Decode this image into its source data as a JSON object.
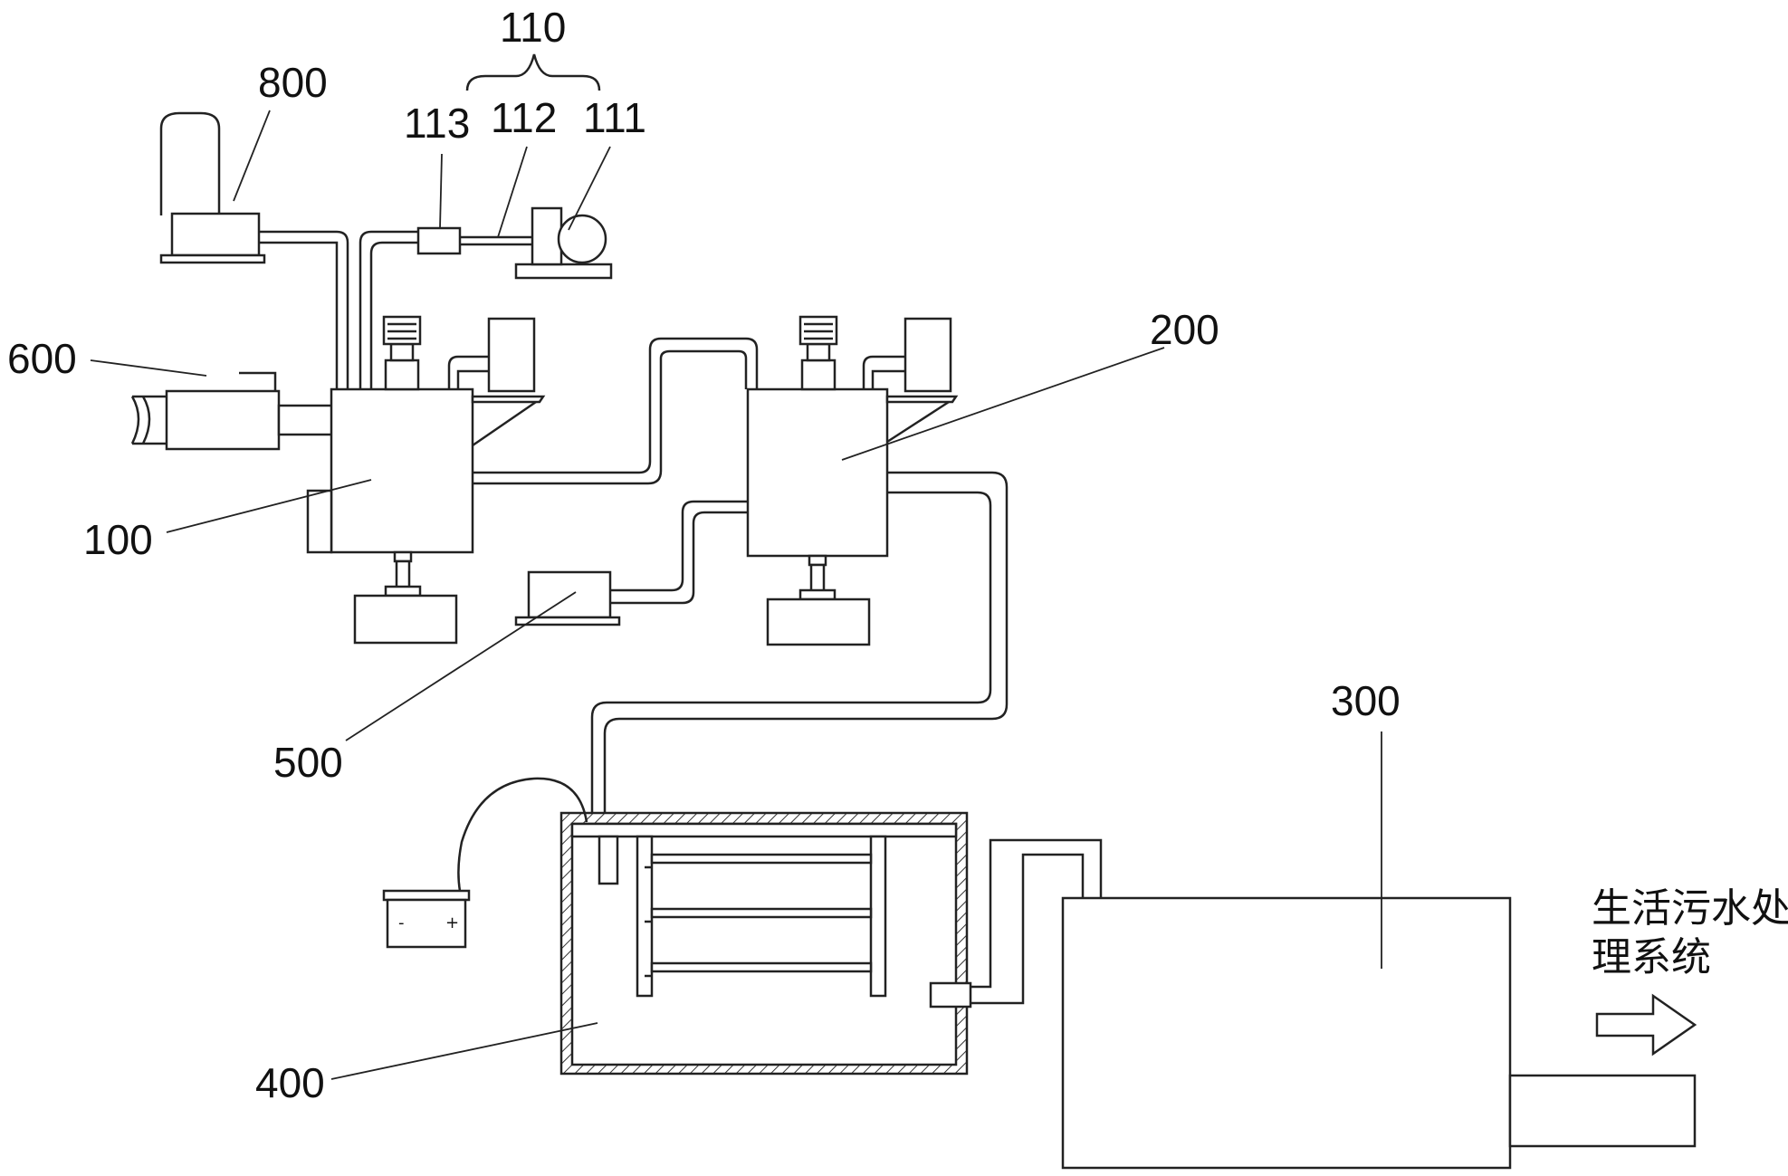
{
  "labels": {
    "l110": "110",
    "l800": "800",
    "l113": "113",
    "l112": "112",
    "l111": "111",
    "l600": "600",
    "l200": "200",
    "l100": "100",
    "l500": "500",
    "l300": "300",
    "l400": "400"
  },
  "outlet": {
    "line1": "生活污水处",
    "line2": "理系统"
  },
  "battery": {
    "minus": "-",
    "plus": "+"
  }
}
